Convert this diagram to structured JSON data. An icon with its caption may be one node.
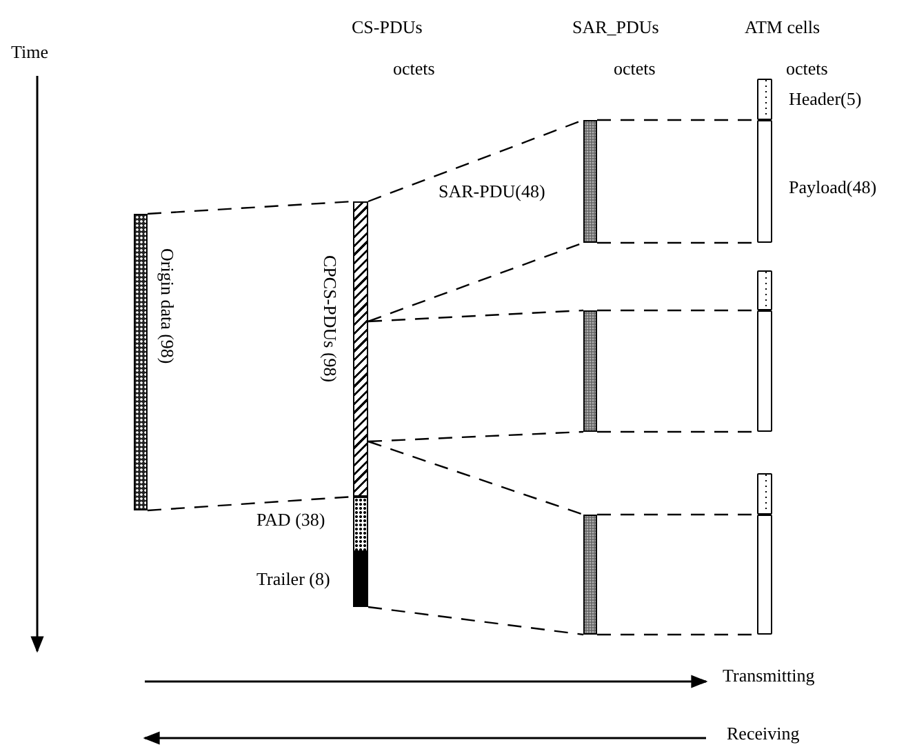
{
  "diagram": {
    "nodes": [
      {
        "text": [],
        "shape": "bar",
        "beside": [
          "Origin data (98)"
        ]
      },
      {
        "text": [],
        "shape": "bar",
        "beside": [
          "CPCS-PDUs (98)"
        ]
      },
      {
        "text": [],
        "shape": "bar",
        "beside": [
          "PAD (38)"
        ]
      },
      {
        "text": [],
        "shape": "bar",
        "beside": [
          "Trailer (8)"
        ]
      },
      {
        "text": [],
        "shape": "bar",
        "beside": [
          "SAR-PDU(48)"
        ]
      },
      {
        "text": [],
        "shape": "bar"
      },
      {
        "text": [],
        "shape": "bar"
      },
      {
        "text": [],
        "shape": "box",
        "beside": [
          "Header(5)"
        ]
      },
      {
        "text": [],
        "shape": "box",
        "beside": [
          "Payload(48)"
        ]
      },
      {
        "text": [],
        "shape": "box"
      },
      {
        "text": [],
        "shape": "box"
      },
      {
        "text": [],
        "shape": "box"
      },
      {
        "text": [],
        "shape": "box"
      }
    ],
    "edges": [
      {
        "from": 0,
        "to": 1,
        "arrow": "none",
        "style": "dashed"
      },
      {
        "from": 0,
        "to": 1,
        "arrow": "none",
        "style": "dashed"
      },
      {
        "from": 1,
        "to": 4,
        "arrow": "none",
        "style": "dashed"
      },
      {
        "from": 1,
        "to": 4,
        "arrow": "none",
        "style": "dashed"
      },
      {
        "from": 1,
        "to": 5,
        "arrow": "none",
        "style": "dashed"
      },
      {
        "from": 1,
        "to": 5,
        "arrow": "none",
        "style": "dashed"
      },
      {
        "from": 1,
        "to": 6,
        "arrow": "none",
        "style": "dashed"
      },
      {
        "from": 3,
        "to": 6,
        "arrow": "none",
        "style": "dashed"
      },
      {
        "from": 4,
        "to": 8,
        "arrow": "none",
        "style": "dashed"
      },
      {
        "from": 4,
        "to": 8,
        "arrow": "none",
        "style": "dashed"
      },
      {
        "from": 5,
        "to": 10,
        "arrow": "none",
        "style": "dashed"
      },
      {
        "from": 5,
        "to": 10,
        "arrow": "none",
        "style": "dashed"
      },
      {
        "from": 6,
        "to": 12,
        "arrow": "none",
        "style": "dashed"
      },
      {
        "from": 6,
        "to": 12,
        "arrow": "none",
        "style": "dashed"
      }
    ],
    "labels": [
      "Time",
      "CS-PDUs",
      "octets",
      "SAR_PDUs",
      "octets",
      "ATM cells",
      "octets",
      "Transmitting",
      "Receiving"
    ]
  }
}
